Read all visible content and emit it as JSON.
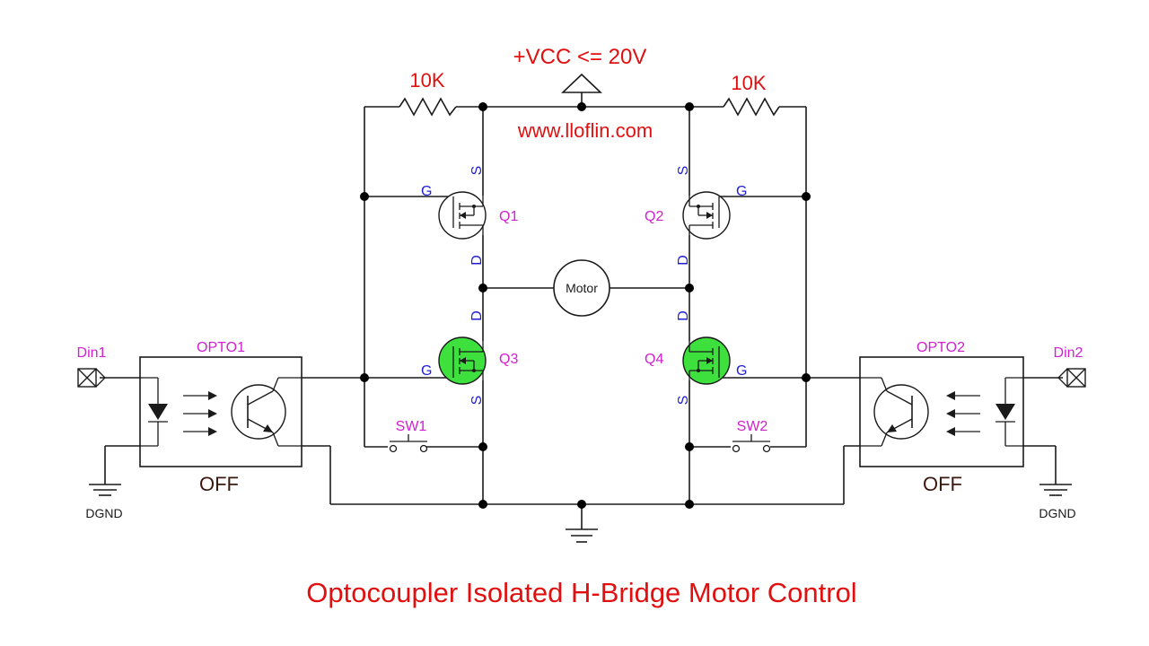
{
  "title": "Optocoupler Isolated H-Bridge Motor Control",
  "website": "www.lloflin.com",
  "supply_label": "+VCC <= 20V",
  "resistors": {
    "left": "10K",
    "right": "10K"
  },
  "motor_label": "Motor",
  "transistors": {
    "q1": {
      "name": "Q1",
      "gate": "G",
      "source": "S",
      "drain": "D"
    },
    "q2": {
      "name": "Q2",
      "gate": "G",
      "source": "S",
      "drain": "D"
    },
    "q3": {
      "name": "Q3",
      "gate": "G",
      "source": "S",
      "drain": "D"
    },
    "q4": {
      "name": "Q4",
      "gate": "G",
      "source": "S",
      "drain": "D"
    }
  },
  "switches": {
    "sw1": "SW1",
    "sw2": "SW2"
  },
  "optocouplers": {
    "opto1": {
      "name": "OPTO1",
      "state": "OFF"
    },
    "opto2": {
      "name": "OPTO2",
      "state": "OFF"
    }
  },
  "inputs": {
    "din1": "Din1",
    "din2": "Din2"
  },
  "grounds": {
    "left": "DGND",
    "right": "DGND"
  },
  "colors": {
    "title_red": "#e01010",
    "pin_blue": "#1e1ed2",
    "designator_magenta": "#d020d0",
    "state_dark": "#3a1a10",
    "mosfet_on_fill": "#3ee03e",
    "wire": "#1a1a1a"
  }
}
